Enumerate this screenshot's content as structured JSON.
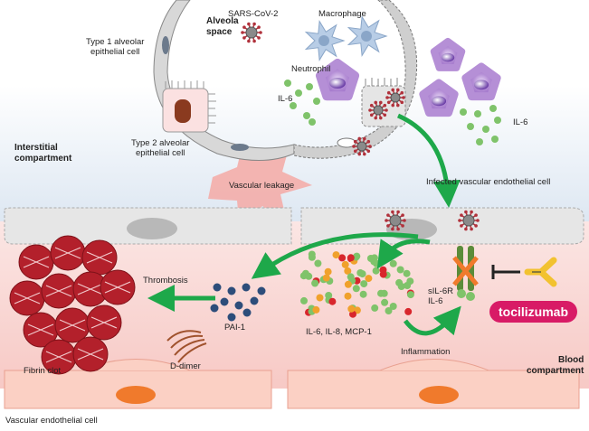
{
  "labels": {
    "alveola_space": "Alveola\nspace",
    "sars_cov2": "SARS-CoV-2",
    "macrophage": "Macrophage",
    "type1_cell": "Type 1 alveolar\nepithelial cell",
    "neutrophil": "Neutrophil",
    "il6_left": "IL-6",
    "il6_right": "IL-6",
    "type2_cell": "Type 2 alveolar\nepithelial cell",
    "interstitial": "Interstitial\ncompartment",
    "vascular_leakage": "Vascular leakage",
    "infected_endothelial": "Infected vascular endothelial cell",
    "thrombosis": "Thrombosis",
    "pai1": "PAI-1",
    "cytokines": "IL-6, IL-8, MCP-1",
    "sil6r": "sIL-6R\nIL-6",
    "tocilizumab": "tocilizumab",
    "inflammation": "Inflammation",
    "blood_compartment": "Blood\ncompartment",
    "fibrin_clot": "Fibrin clot",
    "d_dimer": "D-dimer",
    "vascular_endothelial": "Vascular endothelial cell"
  },
  "colors": {
    "interstitial_bg": "#e6eef6",
    "blood_bg": "#fbd6d3",
    "endothelium": "#e8e8e8",
    "nucleus": "#f07a2c",
    "green_arrow": "#1ea84a",
    "virus": "#b0313b",
    "macrophage": "#b8cde6",
    "neutrophil": "#b58fd6",
    "il6_dot": "#7fc36a",
    "pai1_dot": "#2d4d7a",
    "clot": "#b3202b",
    "tocilizumab": "#d81b66",
    "antibody": "#f2c230"
  }
}
